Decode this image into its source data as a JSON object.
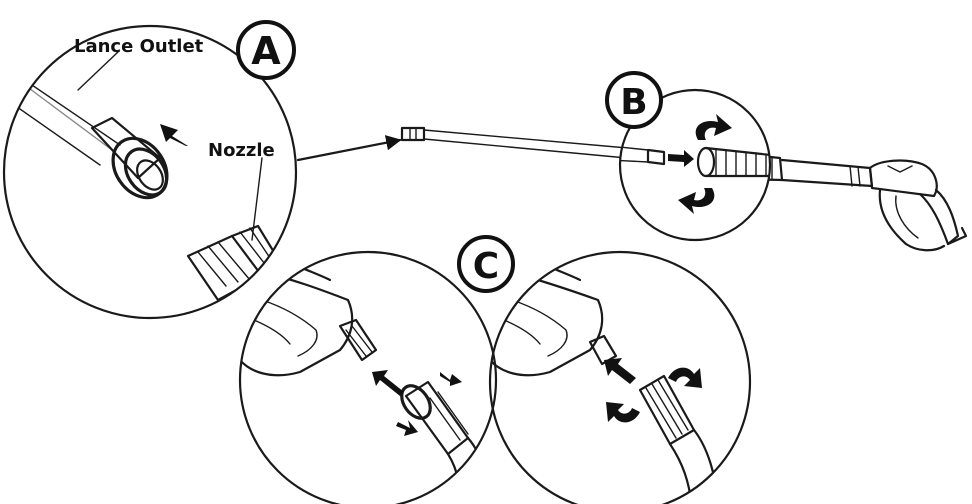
{
  "labels": {
    "lance_outlet": "Lance Outlet",
    "nozzle": "Nozzle"
  },
  "badges": {
    "a": "A",
    "b": "B",
    "c": "C"
  },
  "colors": {
    "ink": "#111111",
    "paper": "#ffffff",
    "shade": "#8a8a8a"
  },
  "icons": [
    "push-arrow-icon",
    "rotate-arrow-icon",
    "pull-arrow-icon",
    "pointer-arrow-icon"
  ]
}
